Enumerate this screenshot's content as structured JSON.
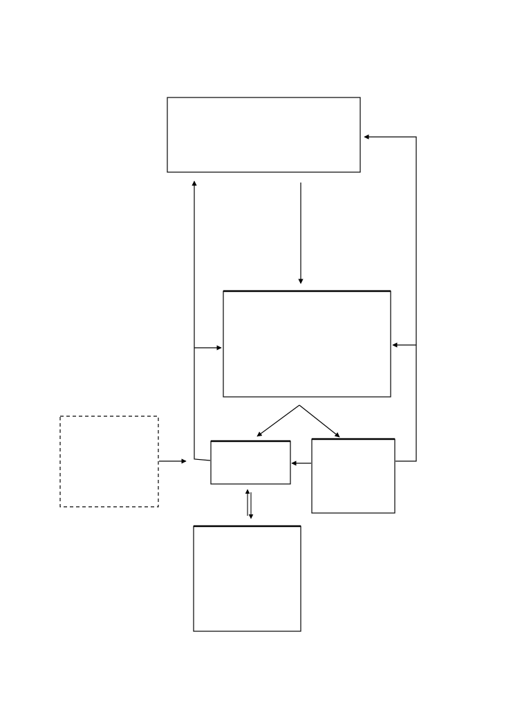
{
  "diagram": {
    "line_color": "#000000",
    "background": "#ffffff",
    "nodes": [
      {
        "id": "top-box",
        "label": "",
        "border": "solid"
      },
      {
        "id": "middle-box",
        "label": "",
        "border": "solid"
      },
      {
        "id": "small-left-box",
        "label": "",
        "border": "solid"
      },
      {
        "id": "right-box",
        "label": "",
        "border": "solid"
      },
      {
        "id": "bottom-box",
        "label": "",
        "border": "solid"
      },
      {
        "id": "external-dashed-box",
        "label": "",
        "border": "dashed"
      }
    ],
    "edges": [
      {
        "from": "top-box",
        "to": "middle-box"
      },
      {
        "from": "right-box",
        "to": "top-box"
      },
      {
        "from": "right-box",
        "to": "middle-box"
      },
      {
        "from": "small-left-box",
        "to": "top-box"
      },
      {
        "from": "small-left-box",
        "to": "middle-box"
      },
      {
        "from": "middle-box",
        "to": "small-left-box"
      },
      {
        "from": "middle-box",
        "to": "right-box"
      },
      {
        "from": "right-box",
        "to": "small-left-box"
      },
      {
        "from": "external-dashed-box",
        "to": "small-left-box"
      },
      {
        "from": "small-left-box",
        "to": "bottom-box",
        "bidirectional": true
      }
    ]
  }
}
